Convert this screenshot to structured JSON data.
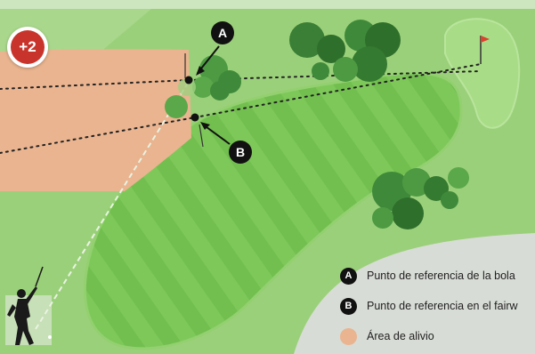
{
  "stroke_badge": {
    "text": "+2",
    "color": "#c8342b"
  },
  "markers": {
    "a": "A",
    "b": "B"
  },
  "legend": [
    {
      "symbol": "A",
      "label": "Punto de referencia de la bola"
    },
    {
      "symbol": "B",
      "label": "Punto de referencia en el fairw"
    },
    {
      "symbol": "",
      "label": "Área de alivio"
    }
  ],
  "colors": {
    "rough": "#9bd07a",
    "fairway": "#7ec85a",
    "fairway_stripe": "#72bf4f",
    "relief_area": "#e9b48f",
    "path": "#d8dcd6",
    "green": "#a8dc86",
    "flag": "#d9432f"
  },
  "icons": [
    "golfer-icon",
    "flag-icon",
    "tree-cluster-icon"
  ]
}
